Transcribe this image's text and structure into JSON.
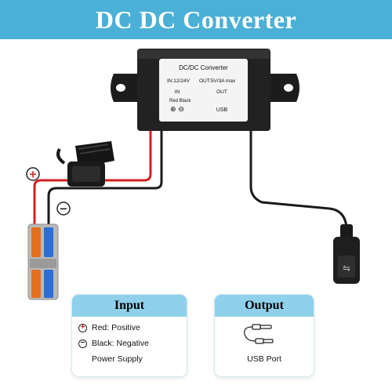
{
  "banner": {
    "title": "DC DC Converter",
    "color": "#4ab0d6"
  },
  "module": {
    "title": "DC/DC Converter",
    "in_spec": "IN:12/24V",
    "out_spec": "OUT:5V/3A max",
    "in_label": "IN",
    "in_wires": "Red Black",
    "in_symbols": "⊕ ⊖",
    "out_label": "OUT",
    "out_port": "USB"
  },
  "wire_markers": {
    "positive": "+",
    "negative": "−"
  },
  "input_card": {
    "title": "Input",
    "rows": [
      {
        "symbol": "+",
        "text": "Red: Positive"
      },
      {
        "symbol": "−",
        "text": "Black: Negative"
      },
      {
        "symbol": "",
        "text": "Power Supply"
      }
    ]
  },
  "output_card": {
    "title": "Output",
    "port": "USB Port",
    "icon": "usb-cable-icon"
  },
  "colors": {
    "red_wire": "#d42020",
    "black_wire": "#1a1a1a",
    "card_header": "#8fd0ea",
    "connector_blue": "#2a6fd6"
  }
}
